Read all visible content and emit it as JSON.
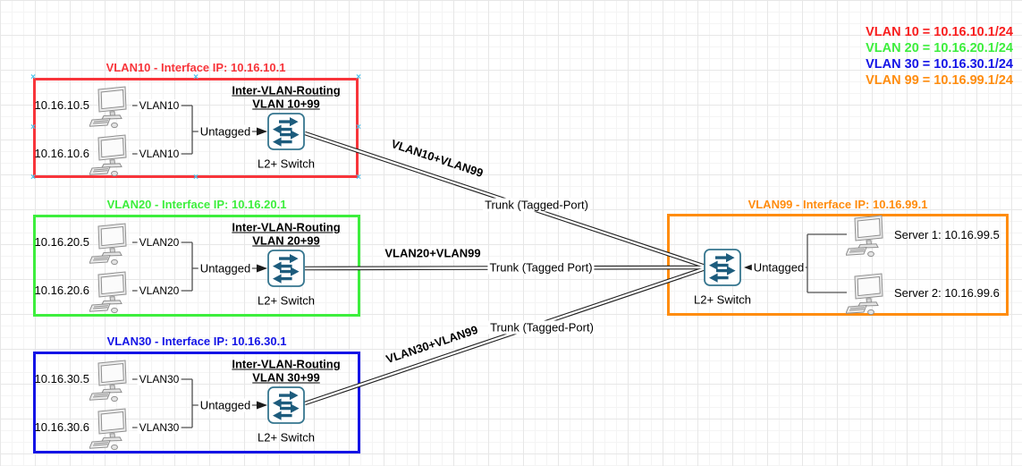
{
  "legend": {
    "items": [
      {
        "text": "VLAN 10 = 10.16.10.1/24",
        "color": "#f81e1e"
      },
      {
        "text": "VLAN 20 = 10.16.20.1/24",
        "color": "#3dee3d"
      },
      {
        "text": "VLAN 30 = 10.16.30.1/24",
        "color": "#1414e6"
      },
      {
        "text": "VLAN 99 = 10.16.99.1/24",
        "color": "#ff8c0e"
      }
    ]
  },
  "vlan10": {
    "color": "#f8353b",
    "title": "VLAN10 - Interface IP: 10.16.10.1",
    "pc1_ip": "10.16.10.5",
    "pc2_ip": "10.16.10.6",
    "port_label": "VLAN10",
    "untagged_label": "Untagged",
    "routing_title": "Inter-VLAN-Routing",
    "routing_vlans": "VLAN 10+99",
    "switch_label": "L2+ Switch"
  },
  "vlan20": {
    "color": "#3dee3d",
    "title": "VLAN20 - Interface IP: 10.16.20.1",
    "pc1_ip": "10.16.20.5",
    "pc2_ip": "10.16.20.6",
    "port_label": "VLAN20",
    "untagged_label": "Untagged",
    "routing_title": "Inter-VLAN-Routing",
    "routing_vlans": "VLAN 20+99",
    "switch_label": "L2+ Switch"
  },
  "vlan30": {
    "color": "#1414e6",
    "title": "VLAN30 - Interface IP: 10.16.30.1",
    "pc1_ip": "10.16.30.5",
    "pc2_ip": "10.16.30.6",
    "port_label": "VLAN30",
    "untagged_label": "Untagged",
    "routing_title": "Inter-VLAN-Routing",
    "routing_vlans": "VLAN 30+99",
    "switch_label": "L2+ Switch"
  },
  "vlan99": {
    "color": "#ff8c0e",
    "title": "VLAN99 - Interface IP: 10.16.99.1",
    "untagged_label": "Untagged",
    "switch_label": "L2+ Switch",
    "server1_label": "Server 1: 10.16.99.5",
    "server2_label": "Server 2: 10.16.99.6"
  },
  "trunks": {
    "t10": {
      "vlans": "VLAN10+VLAN99",
      "type": "Trunk (Tagged-Port)"
    },
    "t20": {
      "vlans": "VLAN20+VLAN99",
      "type": "Trunk (Tagged Port)"
    },
    "t30": {
      "vlans": "VLAN30+VLAN99",
      "type": "Trunk (Tagged-Port)"
    }
  },
  "icon_colors": {
    "switch_arrow": "#1d5c7d",
    "switch_border": "#36768f",
    "pc_fill": "#ececec",
    "wire": "#4f4f4f",
    "trunk": "#1f1f1f",
    "selection_handle": "#4cc5ee"
  }
}
